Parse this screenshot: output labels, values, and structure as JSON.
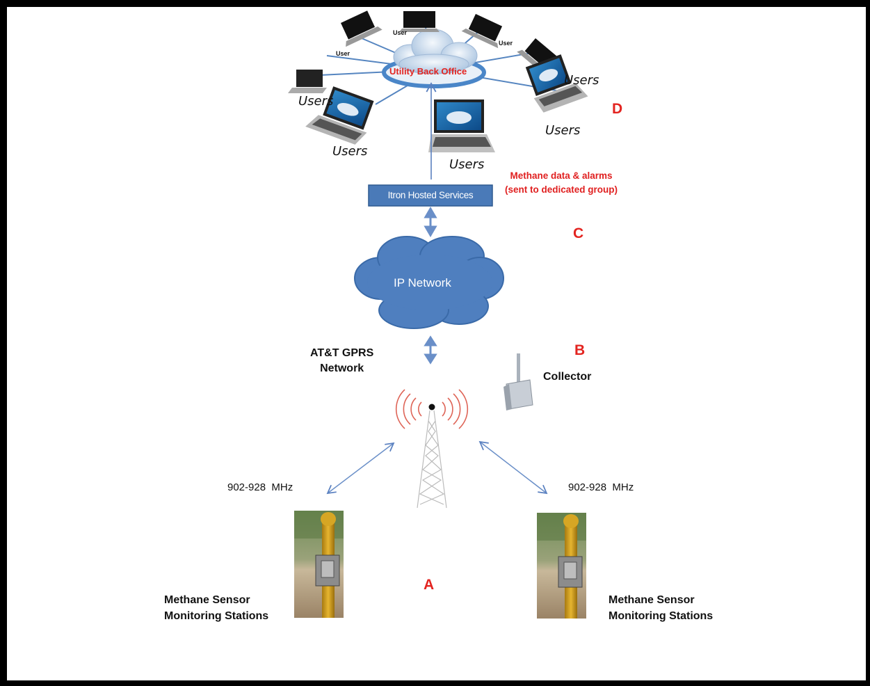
{
  "back_office": {
    "label": "Utility Back Office"
  },
  "users": {
    "large_label": "Users",
    "small_label": "User"
  },
  "hosted": {
    "label": "Itron Hosted Services"
  },
  "note": {
    "line1": "Methane data & alarms",
    "line2": "(sent to dedicated group)"
  },
  "ip_network": {
    "label": "IP Network"
  },
  "gprs": {
    "line1": "AT&T GPRS",
    "line2": "Network"
  },
  "collector": {
    "label": "Collector"
  },
  "frequency": {
    "left": "902-928  MHz",
    "right": "902-928  MHz"
  },
  "stations": {
    "left_line1": "Methane Sensor",
    "left_line2": "Monitoring Stations",
    "right_line1": "Methane Sensor",
    "right_line2": "Monitoring Stations"
  },
  "section_letters": {
    "a": "A",
    "b": "B",
    "c": "C",
    "d": "D"
  },
  "colors": {
    "accent_red": "#e32420",
    "network_blue": "#4f7fbf",
    "arrow_blue": "#6a8fc8",
    "box_blue": "#4a7ab8"
  }
}
